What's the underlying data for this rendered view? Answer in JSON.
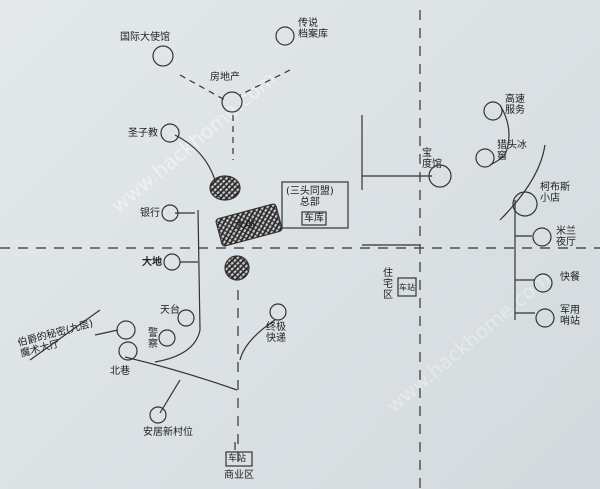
{
  "watermarks": [
    "www.hackhome.com",
    "www.hackhome.com"
  ],
  "labels": {
    "embassy": "国际大使馆",
    "archive": "传说\n档案库",
    "realestate": "房地产",
    "church": "圣子教",
    "bank": "银行",
    "bigland_s": "大地",
    "bigland_rect": "大地",
    "hq": "(三头同盟)\n总部",
    "garage": "车库",
    "hotel": "宝\n度馆",
    "residential": "住\n宅\n区",
    "station_r": "车站",
    "highway": "高速\n服务",
    "icecellar": "猎头冰\n窖",
    "shop": "柯布斯\n小店",
    "nightclub": "米兰\n夜厅",
    "fastfood": "快餐",
    "military": "军用\n哨站",
    "rooftop": "天台",
    "police": "警\n察",
    "club": "伯爵的秘密(九层)\n魔术大厅",
    "alley": "北巷",
    "newvillage": "安居新村位",
    "express": "终极\n快递",
    "station_b": "车站",
    "commercial": "商业区"
  }
}
